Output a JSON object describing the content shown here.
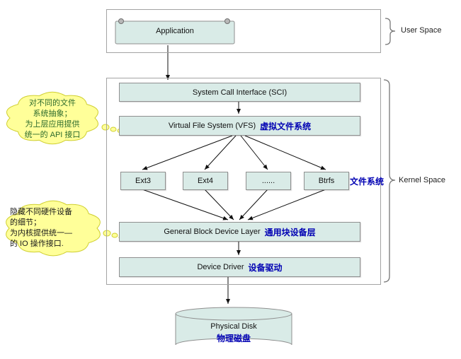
{
  "regions": {
    "user_space": "User Space",
    "kernel_space": "Kernel Space"
  },
  "nodes": {
    "application": "Application",
    "sci": "System Call Interface (SCI)",
    "vfs": {
      "en": "Virtual File System (VFS)",
      "cn": "虚拟文件系统"
    },
    "fs": {
      "ext3": "Ext3",
      "ext4": "Ext4",
      "dots": "......",
      "btrfs": "Btrfs",
      "cn": "文件系统"
    },
    "block_layer": {
      "en": "General Block Device Layer",
      "cn": "通用块设备层"
    },
    "device_driver": {
      "en": "Device Driver",
      "cn": "设备驱动"
    },
    "physical_disk": {
      "en": "Physical Disk",
      "cn": "物理磁盘"
    }
  },
  "callouts": {
    "vfs_note": {
      "lines": [
        "对不同的文件",
        "系统抽象；",
        "为上层应用提供",
        "统一的 API 接口"
      ]
    },
    "block_note": {
      "lines": [
        "隐藏不同硬件设备",
        "的细节；",
        "为内核提供统一—",
        "的 IO 操作接口."
      ]
    }
  },
  "colors": {
    "box_fill": "#d9ebe7",
    "box_border": "#8f8f8f",
    "chinese_text": "#0000b3",
    "cloud_fill": "#ffff99",
    "cloud_border": "#cfcf30",
    "arrow": "#111111"
  }
}
